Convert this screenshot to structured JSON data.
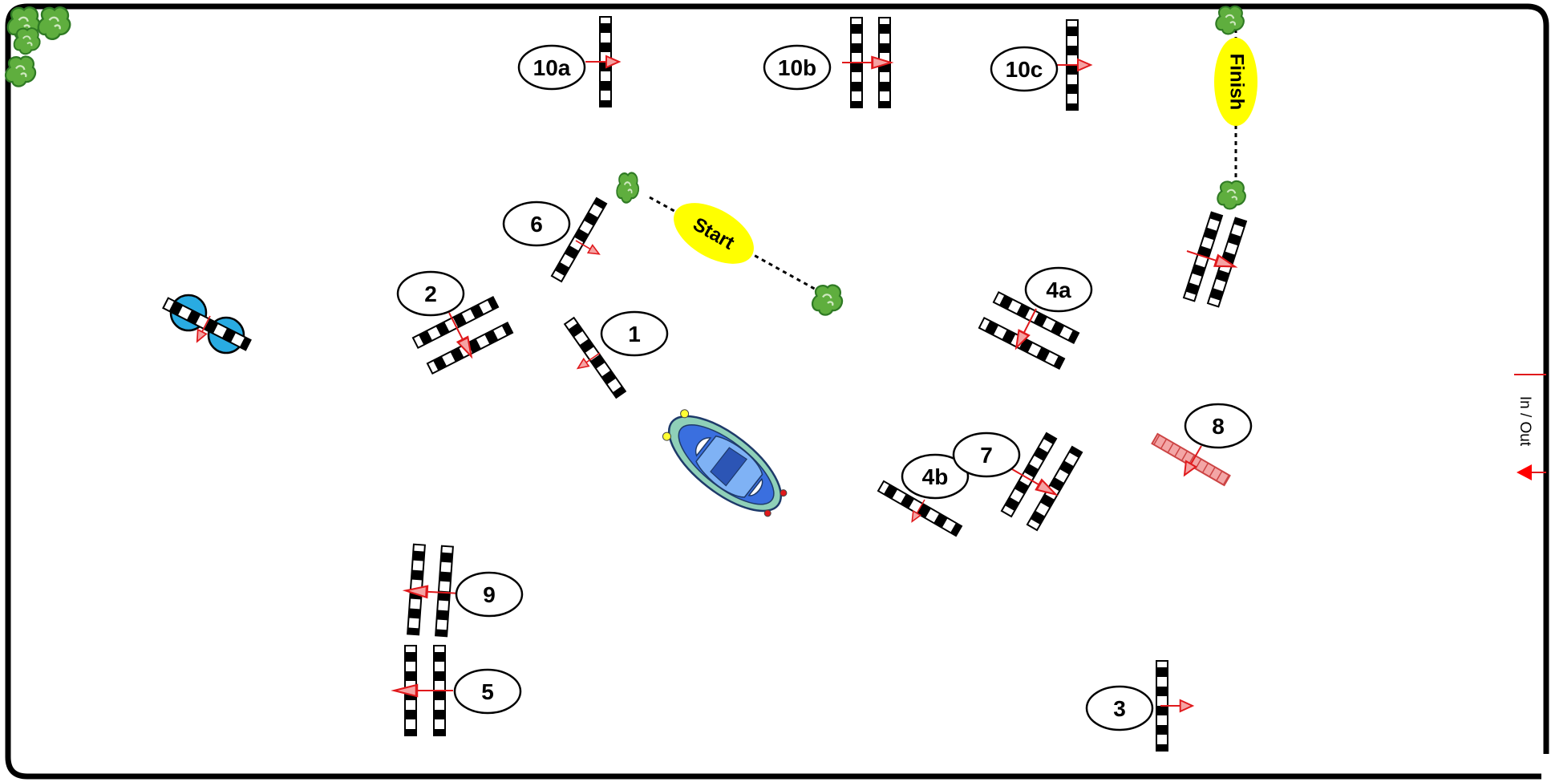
{
  "course": {
    "labels": {
      "n1": "1",
      "n2": "2",
      "n3": "3",
      "n4a": "4a",
      "n4b": "4b",
      "n5": "5",
      "n6": "6",
      "n7": "7",
      "n8": "8",
      "n9": "9",
      "n10a": "10a",
      "n10b": "10b",
      "n10c": "10c"
    },
    "start_label": "Start",
    "finish_label": "Finish",
    "entrance_label": "In / Out"
  },
  "colors": {
    "border": "#000000",
    "gate_dark": "#000000",
    "gate_light": "#ffffff",
    "arrow": "#e0191c",
    "marker_yellow": "#ffff00",
    "bush": "#5fae3e",
    "practice_gate_blue": "#29abe2",
    "gate_8": "#f3a6a6",
    "car_body": "#3a6fdf"
  },
  "icons": {
    "car": "car-icon",
    "bush": "bush-icon",
    "arrow": "direction-arrow-icon"
  }
}
